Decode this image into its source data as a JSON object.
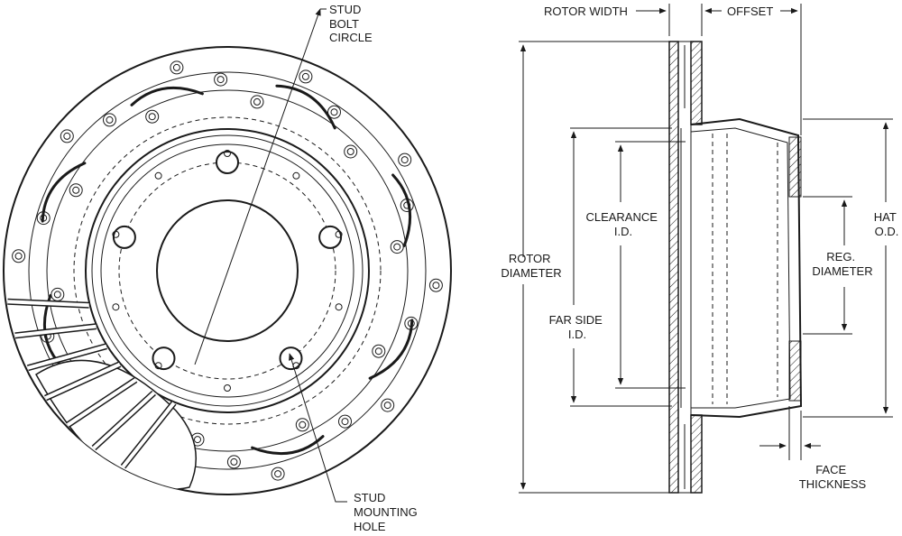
{
  "front_view": {
    "stud_bolt_circle_label": [
      "STUD",
      "BOLT",
      "CIRCLE"
    ],
    "stud_mounting_hole_label": [
      "STUD",
      "MOUNTING",
      "HOLE"
    ]
  },
  "side_view": {
    "rotor_width_label": "ROTOR WIDTH",
    "offset_label": "OFFSET",
    "rotor_diameter_label": [
      "ROTOR",
      "DIAMETER"
    ],
    "far_side_id_label": [
      "FAR SIDE",
      "I.D."
    ],
    "clearance_id_label": [
      "CLEARANCE",
      "I.D."
    ],
    "reg_diameter_label": [
      "REG.",
      "DIAMETER"
    ],
    "hat_od_label": [
      "HAT",
      "O.D."
    ],
    "face_thickness_label": [
      "FACE",
      "THICKNESS"
    ]
  }
}
